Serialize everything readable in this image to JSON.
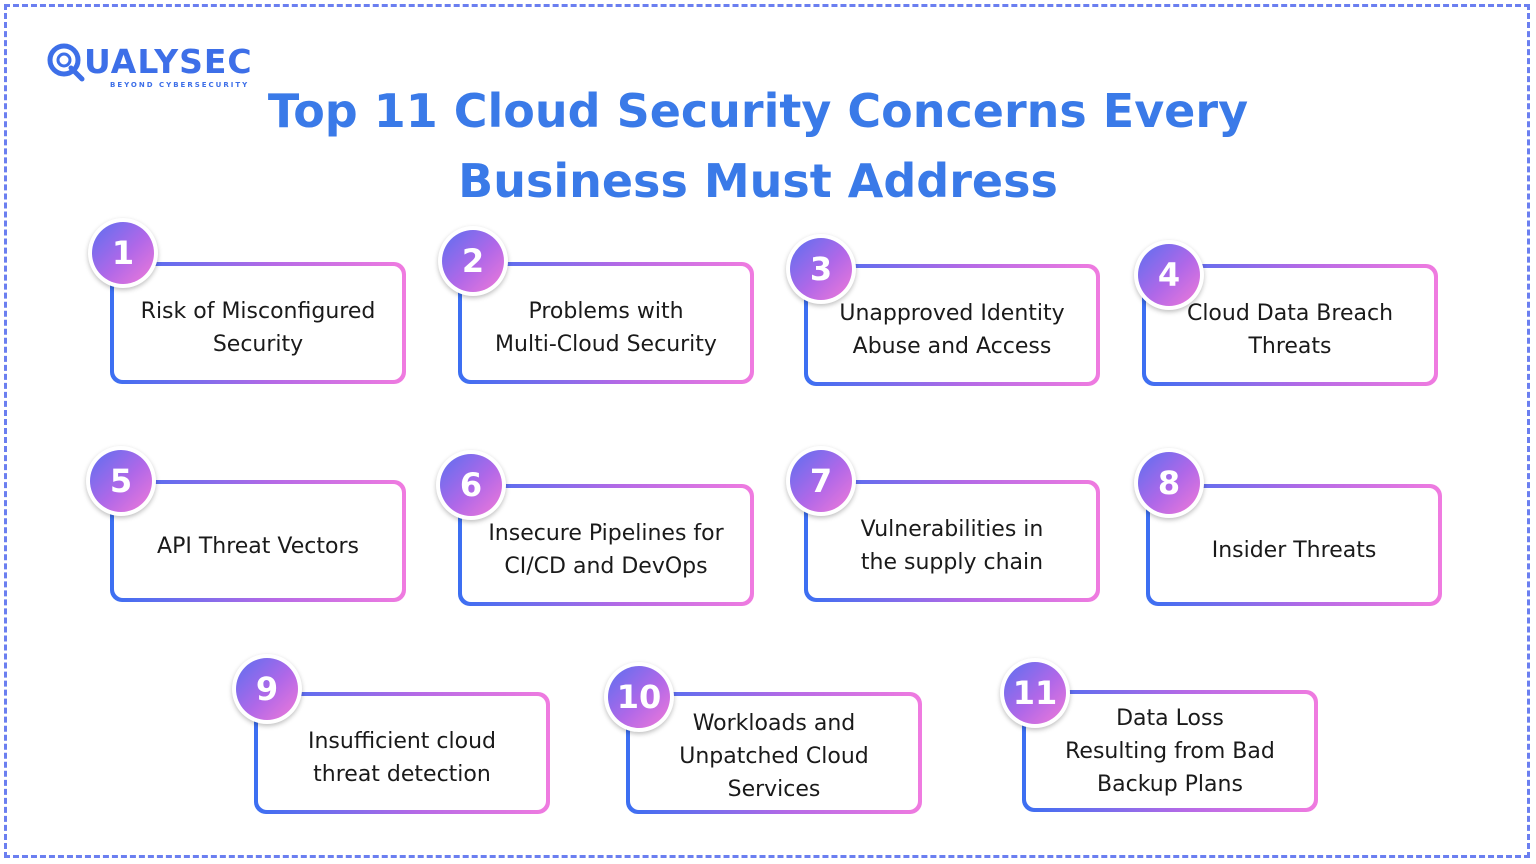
{
  "brand": {
    "name": "QUALYSEC",
    "wordmark_rest": "UALYSEC",
    "tagline": "BEYOND CYBERSECURITY",
    "color": "#3d6fe8"
  },
  "title": {
    "line1": "Top 11 Cloud Security Concerns Every",
    "line2": "Business Must Address"
  },
  "colors": {
    "title": "#3a7ae8",
    "gradient_start": "#3b6ff2",
    "gradient_end": "#f07be0",
    "border_dash": "#6b7ff0"
  },
  "items": [
    {
      "number": "1",
      "line1": "Risk of Misconfigured",
      "line2": "Security",
      "line3": ""
    },
    {
      "number": "2",
      "line1": "Problems with",
      "line2": "Multi-Cloud Security",
      "line3": ""
    },
    {
      "number": "3",
      "line1": "Unapproved Identity",
      "line2": "Abuse and Access",
      "line3": ""
    },
    {
      "number": "4",
      "line1": "Cloud Data Breach",
      "line2": "Threats",
      "line3": ""
    },
    {
      "number": "5",
      "line1": "API Threat Vectors",
      "line2": "",
      "line3": ""
    },
    {
      "number": "6",
      "line1": "Insecure Pipelines for",
      "line2": "CI/CD and DevOps",
      "line3": ""
    },
    {
      "number": "7",
      "line1": "Vulnerabilities in",
      "line2": "the supply chain",
      "line3": ""
    },
    {
      "number": "8",
      "line1": "Insider Threats",
      "line2": "",
      "line3": ""
    },
    {
      "number": "9",
      "line1": "Insufficient cloud",
      "line2": "threat detection",
      "line3": ""
    },
    {
      "number": "10",
      "line1": "Workloads and",
      "line2": "Unpatched Cloud",
      "line3": "Services"
    },
    {
      "number": "11",
      "line1": "Data Loss",
      "line2": "Resulting from Bad",
      "line3": "Backup Plans"
    }
  ]
}
